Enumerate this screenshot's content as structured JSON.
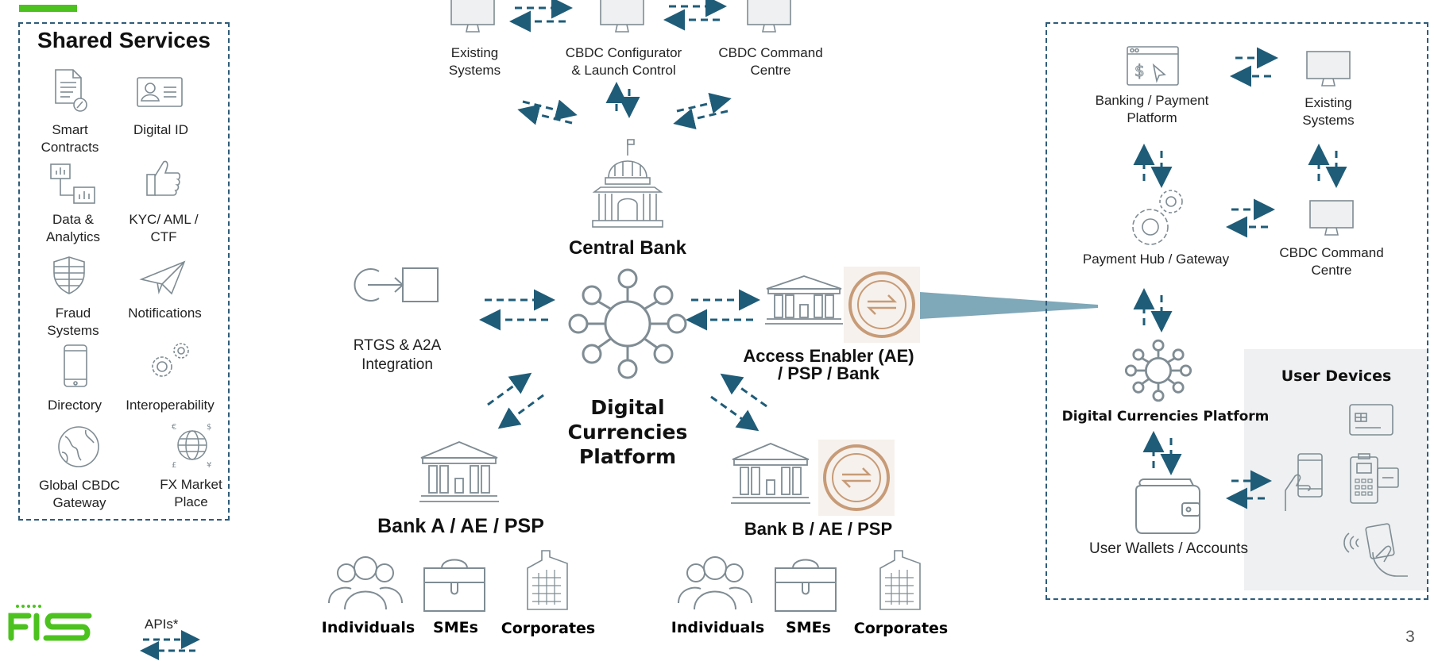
{
  "top_bar_color": "#4cc21f",
  "accent_arrow_color": "#1f5c78",
  "icon_color": "#7f8c93",
  "shared_services": {
    "title": "Shared Services",
    "items": [
      {
        "label": "Smart\nContracts",
        "icon": "document-settings-icon"
      },
      {
        "label": "Digital ID",
        "icon": "id-card-icon"
      },
      {
        "label": "Data &\nAnalytics",
        "icon": "analytics-icon"
      },
      {
        "label": "KYC/ AML /\nCTF",
        "icon": "thumbs-up-icon"
      },
      {
        "label": "Fraud\nSystems",
        "icon": "shield-icon"
      },
      {
        "label": "Notifications",
        "icon": "paper-plane-icon"
      },
      {
        "label": "Directory",
        "icon": "phone-icon"
      },
      {
        "label": "Interoperability",
        "icon": "gears-icon"
      },
      {
        "label": "Global CBDC\nGateway",
        "icon": "globe-icon"
      },
      {
        "label": "FX Market\nPlace",
        "icon": "currency-globe-icon"
      }
    ]
  },
  "legend": {
    "apis_label": "APIs*"
  },
  "logo_text": "FIS",
  "top_systems": [
    {
      "label": "Existing\nSystems"
    },
    {
      "label": "CBDC Configurator\n& Launch Control"
    },
    {
      "label": "CBDC Command\nCentre"
    }
  ],
  "central_bank": {
    "label": "Central Bank"
  },
  "rtgs": {
    "label": "RTGS & A2A\nIntegration"
  },
  "platform": {
    "label": "Digital\nCurrencies\nPlatform"
  },
  "access_enabler": {
    "label": "Access Enabler (AE)\n/ PSP / Bank"
  },
  "bank_a": {
    "label": "Bank A / AE / PSP"
  },
  "bank_b": {
    "label": "Bank B / AE / PSP"
  },
  "customers_a": {
    "individuals": "Individuals",
    "smes": "SMEs",
    "corporates": "Corporates"
  },
  "customers_b": {
    "individuals": "Individuals",
    "smes": "SMEs",
    "corporates": "Corporates"
  },
  "right_panel": {
    "banking_platform": "Banking / Payment\nPlatform",
    "existing_systems": "Existing\nSystems",
    "payment_hub": "Payment Hub / Gateway",
    "cbdc_command": "CBDC Command\nCentre",
    "platform": "Digital Currencies Platform",
    "wallets": "User Wallets / Accounts",
    "user_devices_title": "User Devices"
  },
  "page_number": "3"
}
